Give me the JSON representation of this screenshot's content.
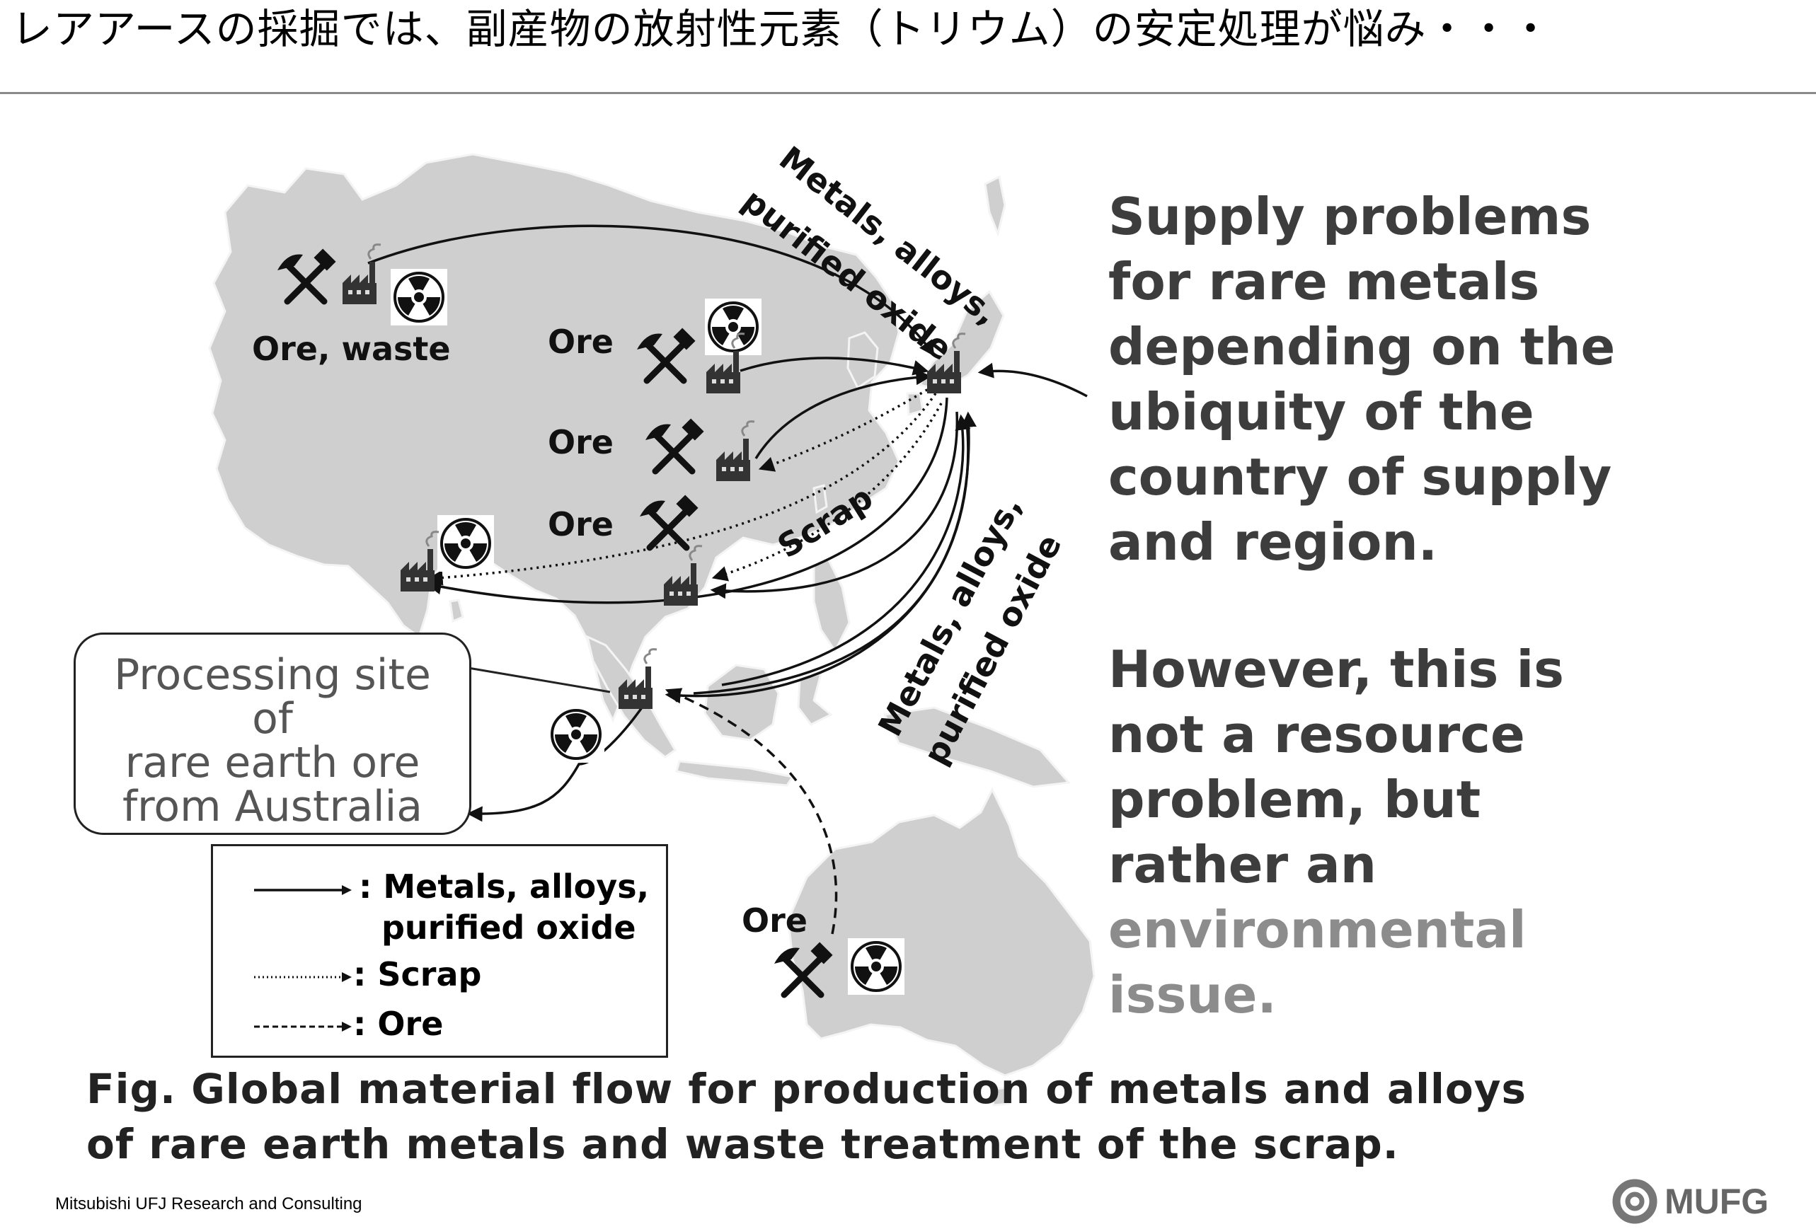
{
  "header": {
    "title": "レアアースの採掘では、副産物の放射性元素（トリウム）の安定処理が悩み・・・"
  },
  "map": {
    "labels": {
      "ore_waste": "Ore, waste",
      "ore_china_north": "Ore",
      "ore_china_mid": "Ore",
      "ore_china_south": "Ore",
      "ore_australia": "Ore",
      "scrap": "Scrap",
      "flow_top_line1": "Metals, alloys,",
      "flow_top_line2": "purified oxide",
      "flow_mid_line1": "Metals, alloys,",
      "flow_mid_line2": "purified oxide"
    },
    "callout": {
      "line1": "Processing site",
      "line2": "of",
      "line3": "rare earth ore",
      "line4": "from Australia"
    }
  },
  "legend": {
    "metals_line1": ": Metals, alloys,",
    "metals_line2": "purified oxide",
    "scrap": ": Scrap",
    "ore": ": Ore"
  },
  "side_text": {
    "p1": [
      "Supply problems",
      "for rare metals",
      "depending on the",
      "ubiquity of the",
      "country of supply",
      "and region."
    ],
    "p2": [
      "However, this is",
      "not a resource",
      "problem, but",
      "rather an",
      "environmental",
      "issue."
    ]
  },
  "caption": {
    "line1": "Fig.  Global material flow for production of metals and alloys",
    "line2": "of  rare earth metals and waste treatment of the scrap."
  },
  "footer": {
    "company": "Mitsubishi UFJ Research and Consulting",
    "logo": "MUFG"
  },
  "colors": {
    "land": "#cfcfcf",
    "border": "#f2f2f2",
    "arrow": "#111111",
    "rule": "#8a8a8a"
  },
  "icons": [
    "hammer-pick-icon",
    "factory-icon",
    "radiation-icon",
    "mufg-logo-icon"
  ]
}
